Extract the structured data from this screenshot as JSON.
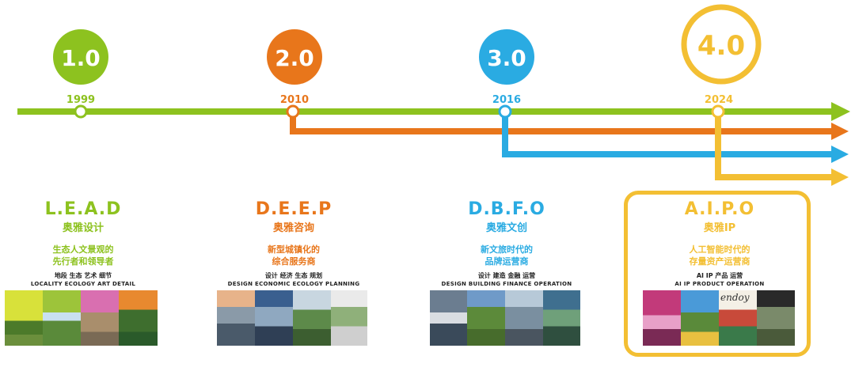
{
  "colors": {
    "green": "#8dc21f",
    "orange": "#e8761b",
    "blue": "#2aabe2",
    "yellow": "#f3bf33"
  },
  "stages": [
    {
      "version": "1.0",
      "year": "1999",
      "code": "L.E.A.D",
      "name": "奥雅设计",
      "desc": "生态人文景观的\n先行者和领导者",
      "keywords_cn": "地段 生态 艺术 细节",
      "keywords_en": "LOCALITY   ECOLOGY   ART   DETAIL",
      "color": "#8dc21f"
    },
    {
      "version": "2.0",
      "year": "2010",
      "code": "D.E.E.P",
      "name": "奥雅咨询",
      "desc": "新型城镇化的\n综合服务商",
      "keywords_cn": "设计 经济 生态 规划",
      "keywords_en": "DESIGN   ECONOMIC   ECOLOGY   PLANNING",
      "color": "#e8761b"
    },
    {
      "version": "3.0",
      "year": "2016",
      "code": "D.B.F.O",
      "name": "奥雅文创",
      "desc": "新文旅时代的\n品牌运营商",
      "keywords_cn": "设计 建造 金融 运营",
      "keywords_en": "DESIGN   BUILDING   FINANCE   OPERATION",
      "color": "#2aabe2"
    },
    {
      "version": "4.0",
      "year": "2024",
      "code": "A.I.P.O",
      "name": "奥雅IP",
      "desc": "人工智能时代的\n存量资产运营商",
      "keywords_cn": "AI  IP 产品  运营",
      "keywords_en": "AI   IP   PRODUCT   OPERATION",
      "color": "#f3bf33"
    }
  ],
  "photo_text": "endoy"
}
